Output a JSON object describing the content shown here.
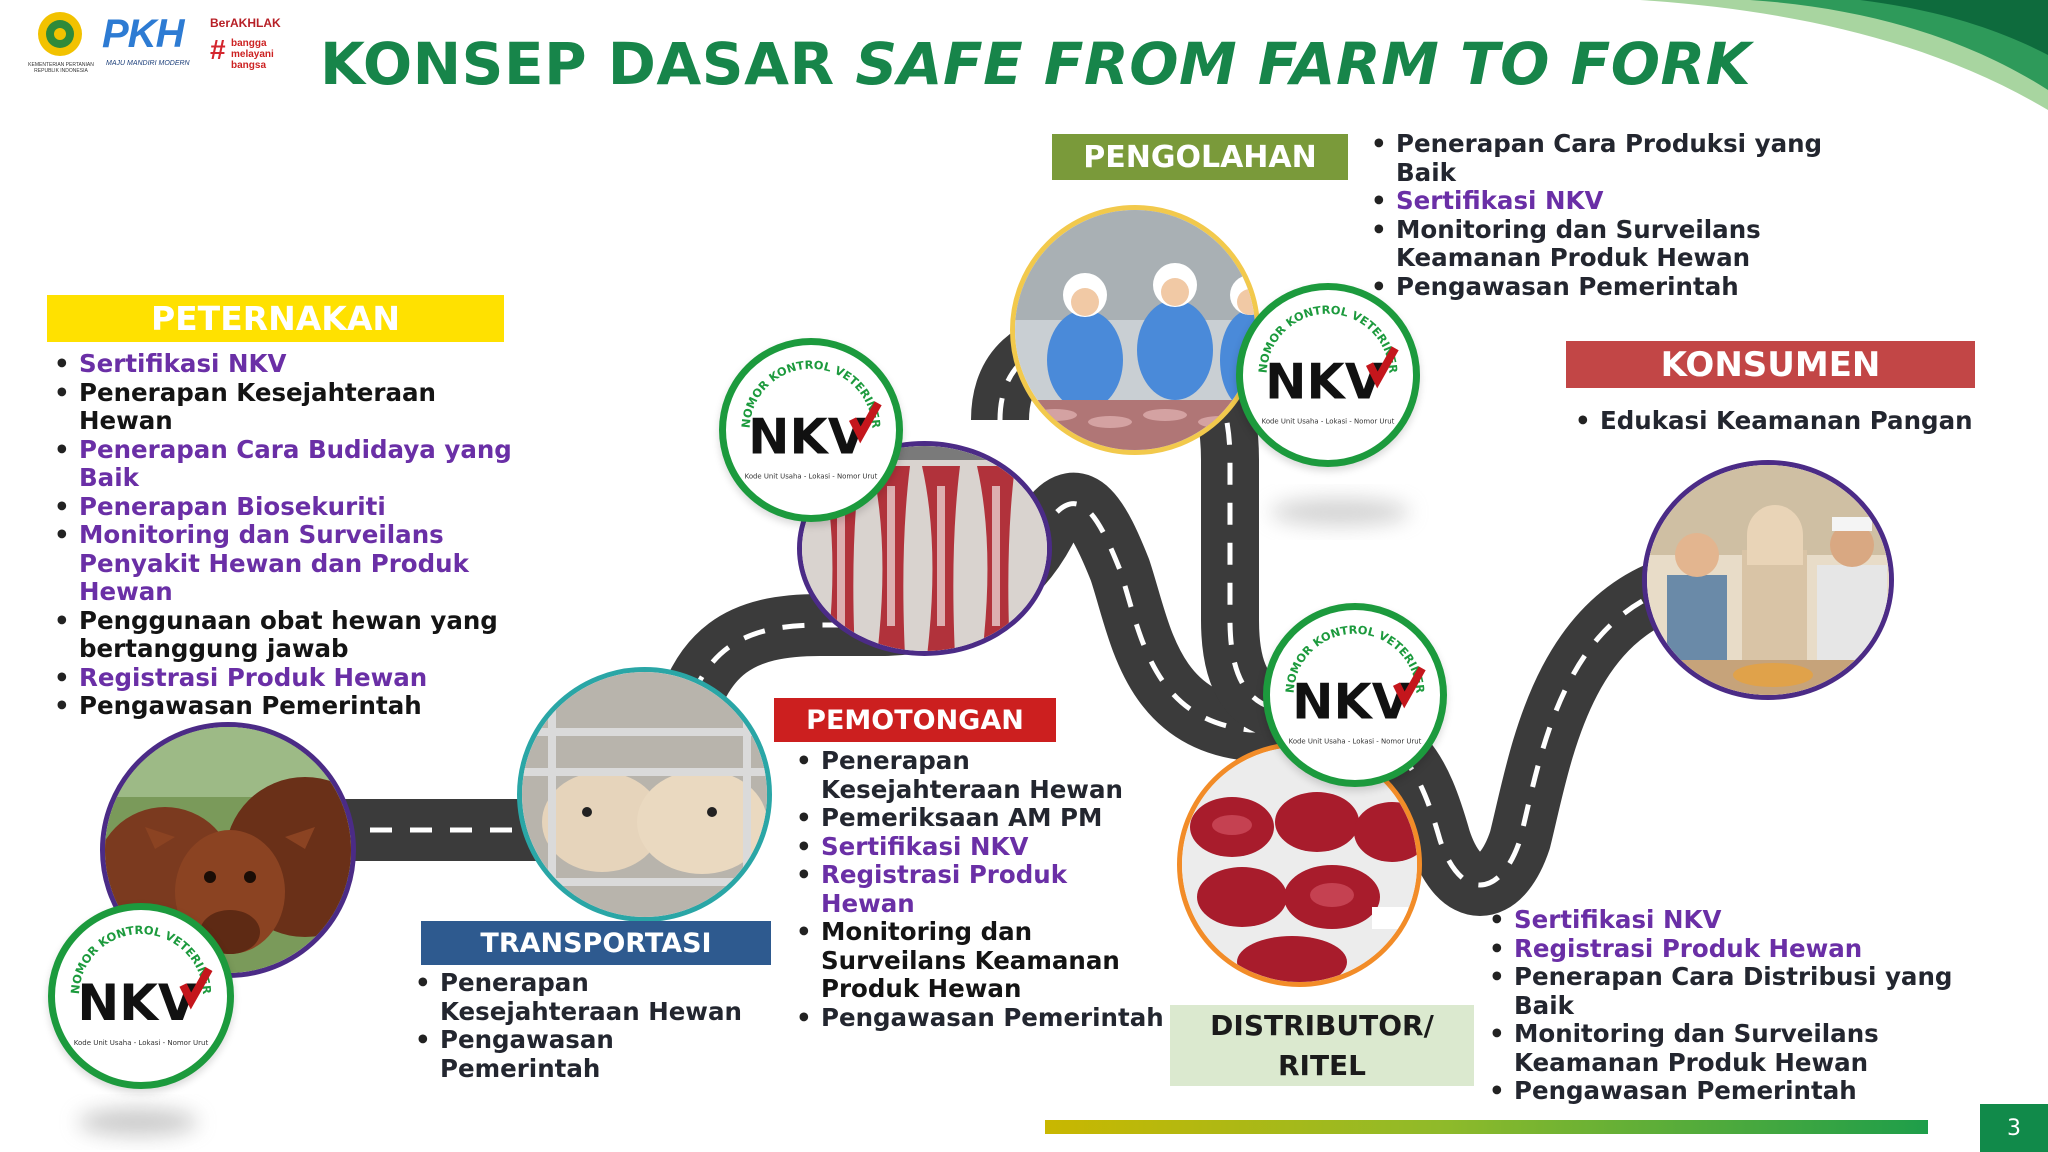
{
  "slide": {
    "title_plain": "KONSEP DASAR ",
    "title_italic": "SAFE FROM FARM TO FORK",
    "page_number": "3"
  },
  "logos": {
    "ministry_text": "KEMENTERIAN PERTANIAN REPUBLIK INDONESIA",
    "pkh": "PKH",
    "pkh_tagline": "MAJU MANDIRI MODERN",
    "berakhlak": "BerAKHLAK",
    "bangga": "bangga",
    "melayani": "melayani",
    "bangsa": "bangsa"
  },
  "nkv_badge": {
    "ring_text": "NOMOR KONTROL VETERINER",
    "logo": "NKV",
    "bottom_text": "Kode Unit Usaha - Lokasi - Nomor Urut"
  },
  "stages": {
    "peternakan": {
      "label": "PETERNAKAN",
      "items": [
        {
          "text": "Sertifikasi NKV",
          "color": "purple"
        },
        {
          "text": "Penerapan Kesejahteraan Hewan",
          "color": "black"
        },
        {
          "text": "Penerapan Cara Budidaya yang Baik",
          "color": "purple"
        },
        {
          "text": "Penerapan Biosekuriti",
          "color": "purple"
        },
        {
          "text": "Monitoring dan Surveilans Penyakit Hewan dan Produk Hewan",
          "color": "purple"
        },
        {
          "text": "Penggunaan obat hewan yang bertanggung jawab",
          "color": "black"
        },
        {
          "text": "Registrasi Produk Hewan",
          "color": "purple"
        },
        {
          "text": "Pengawasan Pemerintah",
          "color": "black"
        }
      ]
    },
    "transportasi": {
      "label": "TRANSPORTASI",
      "items": [
        {
          "text": "Penerapan Kesejahteraan Hewan",
          "color": "dark"
        },
        {
          "text": "Pengawasan Pemerintah",
          "color": "dark"
        }
      ]
    },
    "pemotongan": {
      "label": "PEMOTONGAN",
      "items": [
        {
          "text": "Penerapan Kesejahteraan Hewan",
          "color": "dark"
        },
        {
          "text": "Pemeriksaan AM PM",
          "color": "dark"
        },
        {
          "text": "Sertifikasi NKV",
          "color": "purple"
        },
        {
          "text": "Registrasi Produk Hewan",
          "color": "purple"
        },
        {
          "text": "Monitoring dan Surveilans Keamanan Produk Hewan",
          "color": "black"
        },
        {
          "text": "Pengawasan Pemerintah",
          "color": "dark"
        }
      ]
    },
    "pengolahan": {
      "label": "PENGOLAHAN",
      "items": [
        {
          "text": "Penerapan Cara Produksi yang Baik",
          "color": "dark"
        },
        {
          "text": "Sertifikasi NKV",
          "color": "purple"
        },
        {
          "text": "Monitoring dan Surveilans Keamanan Produk Hewan",
          "color": "dark"
        },
        {
          "text": "Pengawasan Pemerintah",
          "color": "dark"
        }
      ]
    },
    "distributor": {
      "label_line1": "DISTRIBUTOR/",
      "label_line2": "RITEL",
      "items": [
        {
          "text": "Sertifikasi NKV",
          "color": "purple"
        },
        {
          "text": "Registrasi Produk Hewan",
          "color": "purple"
        },
        {
          "text": "Penerapan Cara Distribusi yang Baik",
          "color": "dark"
        },
        {
          "text": "Monitoring dan Surveilans Keamanan Produk Hewan",
          "color": "dark"
        },
        {
          "text": "Pengawasan Pemerintah",
          "color": "dark"
        }
      ]
    },
    "konsumen": {
      "label": "KONSUMEN",
      "items": [
        {
          "text": "Edukasi Keamanan Pangan",
          "color": "dark"
        }
      ]
    }
  },
  "colors": {
    "title_green": "#17854a",
    "peternakan_label": "#ffe100",
    "transportasi_label": "#2e5a8f",
    "pemotongan_label": "#cc1f1f",
    "pengolahan_label": "#7a9a3a",
    "distributor_label": "#dbe9cf",
    "konsumen_label": "#c24646",
    "purple_text": "#6a2fa6",
    "road": "#3d3d3d"
  }
}
